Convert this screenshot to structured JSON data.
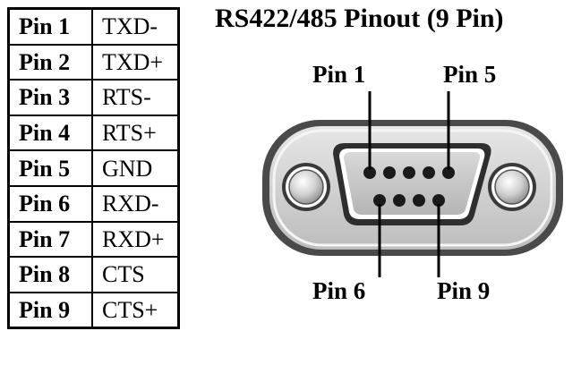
{
  "title": "RS422/485 Pinout (9 Pin)",
  "pin_table": [
    {
      "pin": "Pin 1",
      "signal": "TXD-"
    },
    {
      "pin": "Pin 2",
      "signal": "TXD+"
    },
    {
      "pin": "Pin 3",
      "signal": "RTS-"
    },
    {
      "pin": "Pin 4",
      "signal": "RTS+"
    },
    {
      "pin": "Pin 5",
      "signal": "GND"
    },
    {
      "pin": "Pin 6",
      "signal": "RXD-"
    },
    {
      "pin": "Pin 7",
      "signal": "RXD+"
    },
    {
      "pin": "Pin 8",
      "signal": "CTS"
    },
    {
      "pin": "Pin 9",
      "signal": "CTS+"
    }
  ],
  "diagram_labels": {
    "pin1": "Pin 1",
    "pin5": "Pin 5",
    "pin6": "Pin 6",
    "pin9": "Pin 9"
  }
}
